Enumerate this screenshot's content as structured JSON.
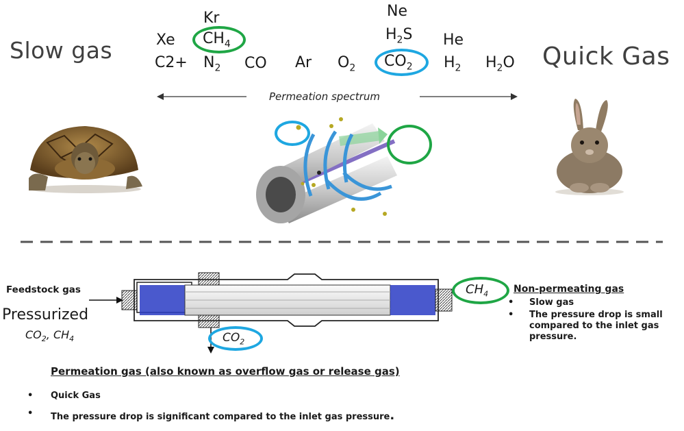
{
  "left_title": "Slow gas",
  "right_title": "Quick Gas",
  "gases": {
    "kr": "Kr",
    "xe": "Xe",
    "ch4_base": "CH",
    "ch4_sub": "4",
    "c2": "C2+",
    "n2_base": "N",
    "n2_sub": "2",
    "co": "CO",
    "ar": "Ar",
    "o2_base": "O",
    "o2_sub": "2",
    "ne": "Ne",
    "h2s_base": "H",
    "h2s_sub": "2",
    "h2s_tail": "S",
    "co2_base": "CO",
    "co2_sub": "2",
    "he": "He",
    "h2_base": "H",
    "h2_sub": "2",
    "h2o_h": "H",
    "h2o_sub": "2",
    "h2o_o": "O"
  },
  "spectrum_label": "Permeation spectrum",
  "colors": {
    "green_ring": "#1fa645",
    "blue_ring": "#1ea7e1",
    "membrane_blue": "#2a3cc4"
  },
  "lower": {
    "feedstock": "Feedstock gas",
    "pressurized": "Pressurized",
    "feed_gases": {
      "co2_base": "CO",
      "co2_sub": "2",
      "sep": ", ",
      "ch4_base": "CH",
      "ch4_sub": "4"
    },
    "outlet_ch4": {
      "base": "CH",
      "sub": "4"
    },
    "outlet_co2": {
      "base": "CO",
      "sub": "2"
    },
    "non_perm_title": "Non-permeating gas",
    "non_perm_items": [
      "Slow gas",
      "The pressure drop is small compared to the inlet gas pressure."
    ],
    "perm_title": "Permeation gas (also known as overflow gas or release gas)",
    "perm_items": [
      "Quick Gas",
      "The pressure drop is significant compared to the inlet gas pressure"
    ],
    "perm_end_mark": ".",
    "bullet": "•"
  }
}
